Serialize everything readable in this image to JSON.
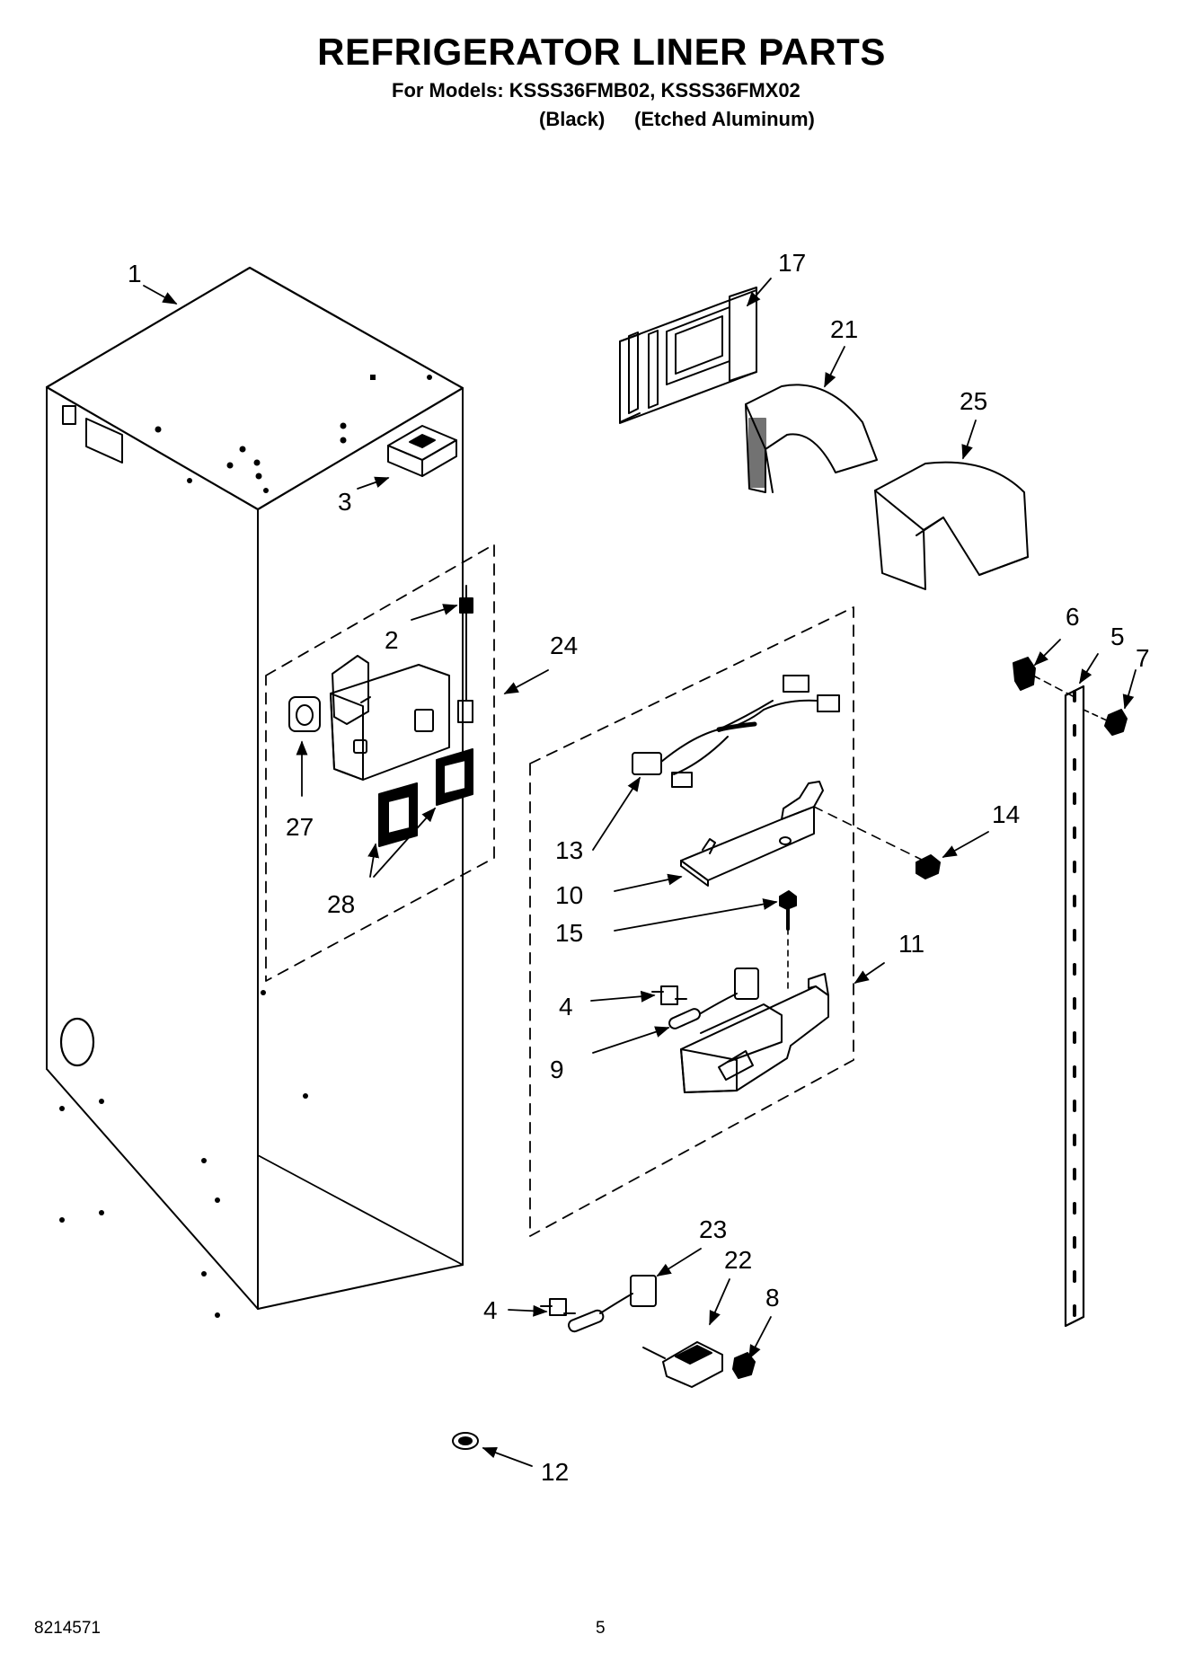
{
  "header": {
    "title": "REFRIGERATOR LINER PARTS",
    "models_line": "For Models: KSSS36FMB02, KSSS36FMX02",
    "color_black": "(Black)",
    "color_aluminum": "(Etched Aluminum)"
  },
  "callouts": {
    "c1": "1",
    "c2": "2",
    "c3": "3",
    "c4a": "4",
    "c4b": "4",
    "c5": "5",
    "c6": "6",
    "c7": "7",
    "c8": "8",
    "c9": "9",
    "c10": "10",
    "c11": "11",
    "c12": "12",
    "c13": "13",
    "c14": "14",
    "c15": "15",
    "c17": "17",
    "c21": "21",
    "c22": "22",
    "c23": "23",
    "c24": "24",
    "c25": "25",
    "c27": "27",
    "c28": "28"
  },
  "footer": {
    "doc_number": "8214571",
    "page_number": "5"
  }
}
